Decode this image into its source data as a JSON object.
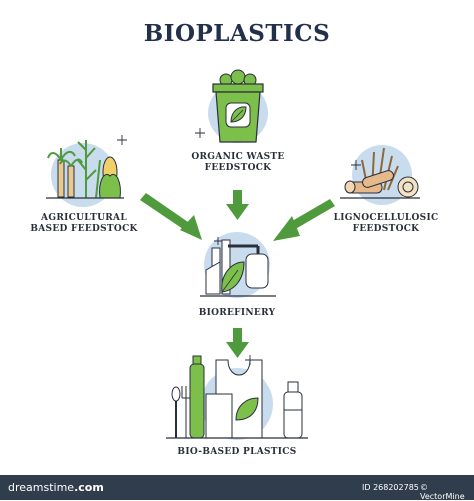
{
  "title": "BIOPLASTICS",
  "nodes": {
    "organic_waste": [
      "ORGANIC WASTE",
      "FEEDSTOCK"
    ],
    "agricultural": [
      "AGRICULTURAL",
      "BASED FEEDSTOCK"
    ],
    "lignocellulosic": [
      "LIGNOCELLULOSIC",
      "FEEDSTOCK"
    ],
    "biorefinery": [
      "BIOREFINERY"
    ],
    "bio_based_plastics": [
      "BIO-BASED PLASTICS"
    ]
  },
  "colors": {
    "title": "#23304a",
    "circle": "#c9dcee",
    "arrow": "#4f9a3c",
    "leaf": "#7cbf4b",
    "bin": "#7cbf4b",
    "footer": "#2f3d4d"
  },
  "footer": {
    "brand_light": "dreamstime",
    "brand_bold": ".com",
    "id": "ID 268202785",
    "author": "© VectorMine"
  }
}
